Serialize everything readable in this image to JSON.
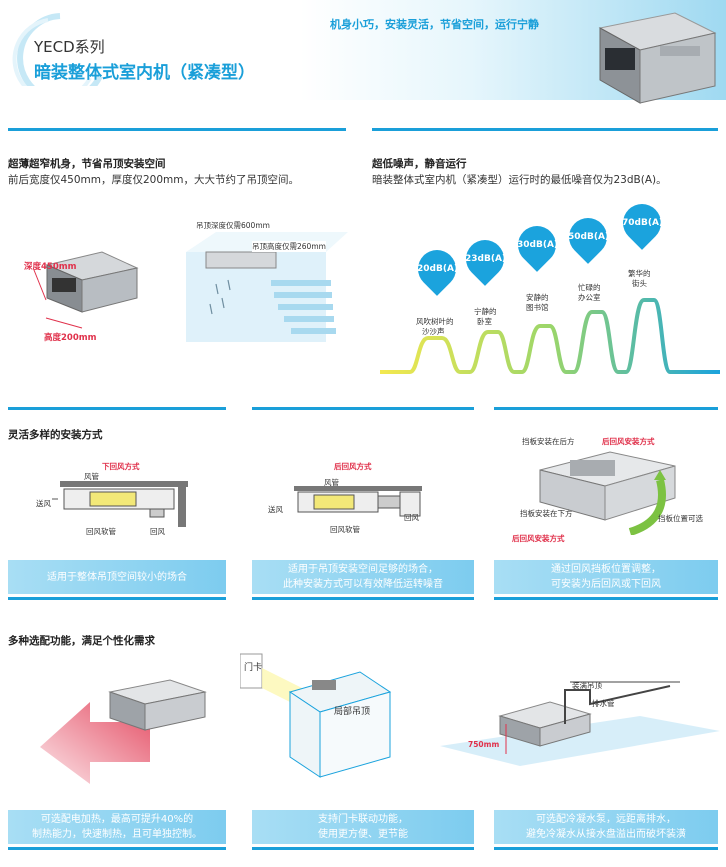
{
  "header": {
    "series": "YECD系列",
    "product": "暗装整体式室内机（紧凑型）",
    "slogan": "机身小巧，安装灵活，节省空间，运行宁静"
  },
  "section1": {
    "title": "超薄超窄机身，节省吊顶安装空间",
    "desc": "前后宽度仅450mm，厚度仅200mm，大大节约了吊顶空间。",
    "depth_label": "深度450mm",
    "height_label": "高度200mm",
    "ceiling_depth_label": "吊顶深度仅需600mm",
    "ceiling_height_label": "吊顶高度仅需260mm"
  },
  "section2": {
    "title": "超低噪声，静音运行",
    "desc": "暗装整体式室内机（紧凑型）运行时的最低噪音仅为23dB(A)。",
    "levels": [
      {
        "db": "20dB(A)",
        "label1": "风吹树叶的",
        "label2": "沙沙声"
      },
      {
        "db": "23dB(A)",
        "label1": "宁静的",
        "label2": "卧室"
      },
      {
        "db": "30dB(A)",
        "label1": "安静的",
        "label2": "图书馆"
      },
      {
        "db": "50dB(A)",
        "label1": "忙碌的",
        "label2": "办公室"
      },
      {
        "db": "70dB(A)",
        "label1": "繁华的",
        "label2": "街头"
      }
    ]
  },
  "section3": {
    "title": "灵活多样的安装方式",
    "d1": {
      "top": "下回风方式",
      "duct": "风管",
      "supply": "送风",
      "soft": "回风软管",
      "ret": "回风"
    },
    "d2": {
      "top": "后回风方式",
      "duct": "风管",
      "supply": "送风",
      "soft": "回风软管",
      "ret": "回风"
    },
    "d3": {
      "baffle_back": "挡板安装在后方",
      "back_mode": "后回风安装方式",
      "baffle_down": "挡板安装在下方",
      "down_mode": "后回风安装方式",
      "adjustable": "挡板位置可选"
    },
    "banners": [
      [
        "适用于整体吊顶空间较小的场合"
      ],
      [
        "适用于吊顶安装空间足够的场合，",
        "此种安装方式可以有效降低运转噪音"
      ],
      [
        "通过回风挡板位置调整，",
        "可安装为后回风或下回风"
      ]
    ]
  },
  "section4": {
    "title": "多种选配功能，满足个性化需求",
    "card": "门卡",
    "local_ceiling": "局部吊顶",
    "cond_ceiling": "装满吊顶",
    "drain_pipe": "排水管",
    "lift_height": "750mm",
    "banners": [
      [
        "可选配电加热，最高可提升40%的",
        "制热能力，快速制热，且可单独控制。"
      ],
      [
        "支持门卡联动功能，",
        "使用更方便、更节能"
      ],
      [
        "可选配冷凝水泵，远距离排水，",
        "避免冷凝水从接水盘溢出而破坏装潢"
      ]
    ]
  },
  "colors": {
    "accent": "#1a9fd9",
    "red": "#e0314b",
    "banner": "#8fd4f2"
  }
}
